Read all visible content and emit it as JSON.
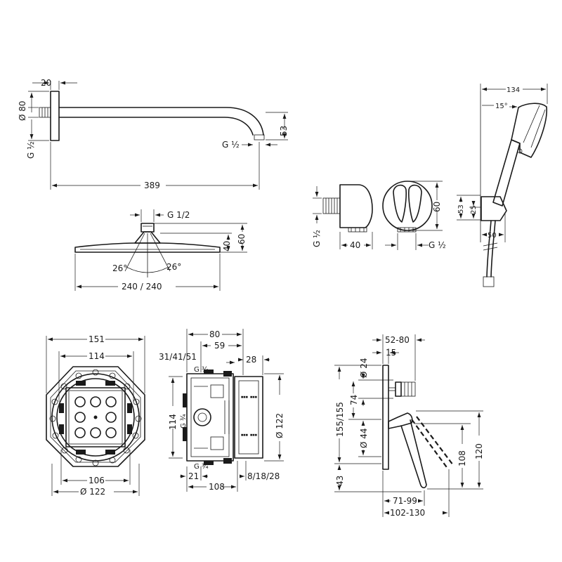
{
  "shower_arm": {
    "flange_width": "20",
    "flange_diameter": "Ø 80",
    "inlet_thread": "G ½",
    "outlet_thread": "G ½",
    "drop": "53",
    "length": "389"
  },
  "shower_head": {
    "thread": "G 1/2",
    "height_body": "40",
    "height_total": "60",
    "spray_angle_left": "26°",
    "spray_angle_right": "26°",
    "size": "240 / 240"
  },
  "wall_outlet": {
    "thread_left": "G ½",
    "depth": "40",
    "height": "60",
    "thread_right": "G ½"
  },
  "hand_shower": {
    "width": "134",
    "angle": "15°",
    "height_holder": "53",
    "height_mount": "25",
    "depth": "50"
  },
  "box_front": {
    "outer_width": "151",
    "inner_width": "114",
    "bottom_width": "106",
    "diameter": "Ø 122"
  },
  "box_side": {
    "width_80": "80",
    "width_59": "59",
    "depths": "31/41/51",
    "thread_top": "G ¾",
    "width_28": "28",
    "height_114": "114",
    "thread_mid": "G ¾",
    "diameter": "Ø 122",
    "thread_bottom": "G ¾",
    "width_21": "21",
    "width_108": "108",
    "depths_bottom": "8/18/28"
  },
  "mixer": {
    "offset": "52-80",
    "offset_15": "15",
    "diameter_24": "Ø 24",
    "height_155": "155/155",
    "height_74": "74",
    "diameter_44": "Ø 44",
    "height_43": "43",
    "height_108": "108",
    "height_120": "120",
    "lever_71": "71-99",
    "lever_102": "102-130"
  }
}
